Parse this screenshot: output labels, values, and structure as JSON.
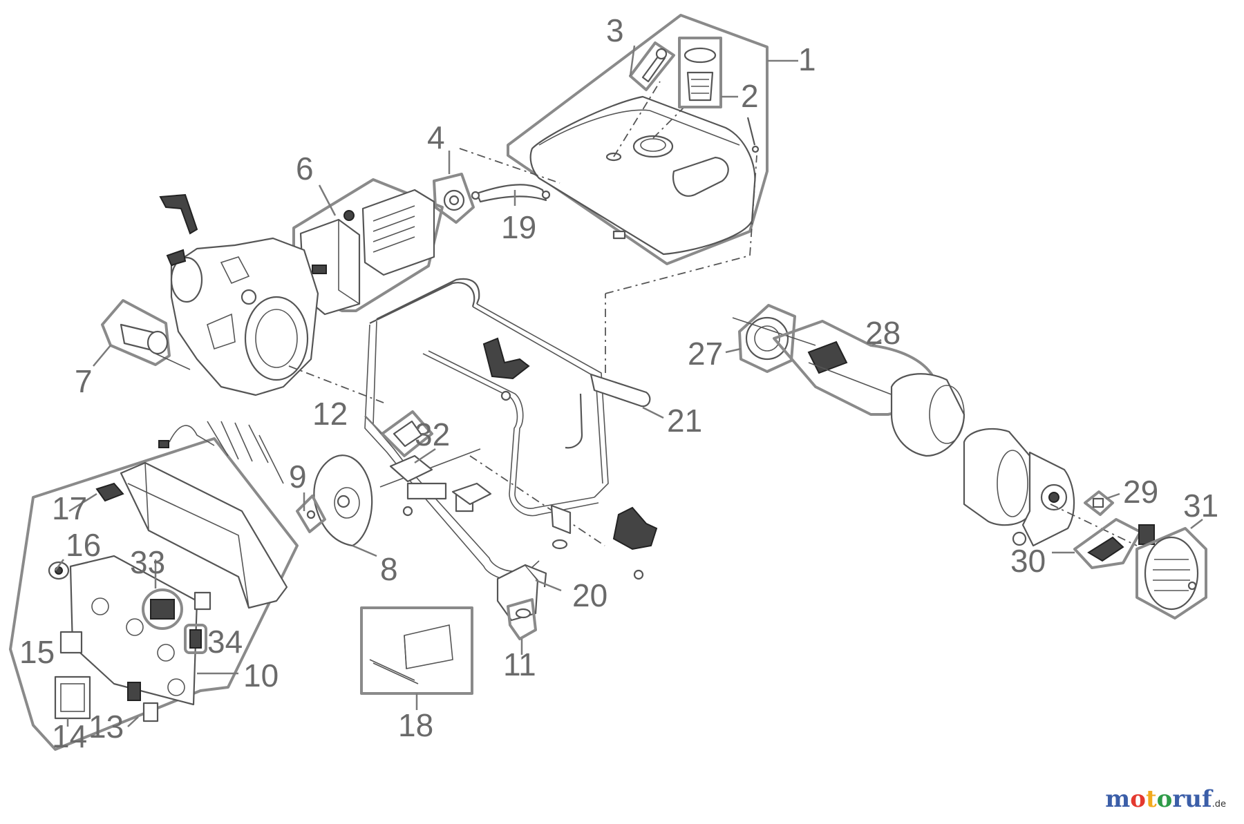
{
  "diagram": {
    "callouts": [
      {
        "id": "c1",
        "text": "1"
      },
      {
        "id": "c2",
        "text": "2"
      },
      {
        "id": "c3",
        "text": "3"
      },
      {
        "id": "c4",
        "text": "4"
      },
      {
        "id": "c6",
        "text": "6"
      },
      {
        "id": "c7",
        "text": "7"
      },
      {
        "id": "c8",
        "text": "8"
      },
      {
        "id": "c9",
        "text": "9"
      },
      {
        "id": "c10",
        "text": "10"
      },
      {
        "id": "c11",
        "text": "11"
      },
      {
        "id": "c12",
        "text": "12"
      },
      {
        "id": "c13",
        "text": "13"
      },
      {
        "id": "c14",
        "text": "14"
      },
      {
        "id": "c15",
        "text": "15"
      },
      {
        "id": "c16",
        "text": "16"
      },
      {
        "id": "c17",
        "text": "17"
      },
      {
        "id": "c18",
        "text": "18"
      },
      {
        "id": "c19",
        "text": "19"
      },
      {
        "id": "c20",
        "text": "20"
      },
      {
        "id": "c21",
        "text": "21"
      },
      {
        "id": "c27",
        "text": "27"
      },
      {
        "id": "c28",
        "text": "28"
      },
      {
        "id": "c29",
        "text": "29"
      },
      {
        "id": "c30",
        "text": "30"
      },
      {
        "id": "c31",
        "text": "31"
      },
      {
        "id": "c32",
        "text": "32"
      },
      {
        "id": "c33",
        "text": "33"
      },
      {
        "id": "c34",
        "text": "34"
      }
    ]
  },
  "watermark": {
    "parts": [
      "m",
      "o",
      "t",
      "o",
      "ruf"
    ],
    "suffix": ".de"
  },
  "colors": {
    "line": "#555555",
    "group_outline": "#8a8a8a",
    "label": "#6a6a6a",
    "brand_blue": "#3b5ea8",
    "brand_red": "#e4392f",
    "brand_yellow": "#f2a91d",
    "brand_green": "#2e9b48"
  }
}
